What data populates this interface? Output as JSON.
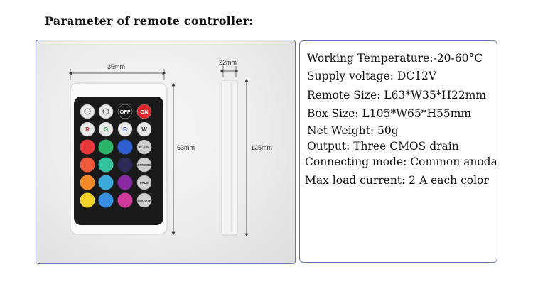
{
  "heading": "Parameter of  remote controller:",
  "dimensions": {
    "width": "35mm",
    "height": "63mm",
    "depth": "22mm",
    "length": "125mm"
  },
  "remote": {
    "top_row": [
      {
        "label": "",
        "icon": "brightness-up-icon",
        "color": "#e8e8e8"
      },
      {
        "label": "",
        "icon": "brightness-down-icon",
        "color": "#e8e8e8"
      },
      {
        "label": "OFF",
        "icon": "",
        "color": "#1a1a1a"
      },
      {
        "label": "ON",
        "icon": "",
        "color": "#e0242b"
      }
    ],
    "channel_row": [
      {
        "label": "R",
        "color": "#e8e8e8",
        "text_color": "#d9252a"
      },
      {
        "label": "G",
        "color": "#e8e8e8",
        "text_color": "#22a34a"
      },
      {
        "label": "B",
        "color": "#e8e8e8",
        "text_color": "#2546c8"
      },
      {
        "label": "W",
        "color": "#e8e8e8",
        "text_color": "#222222"
      }
    ],
    "color_rows": [
      [
        "#e8383b",
        "#2cb36a",
        "#2f5fd0"
      ],
      [
        "#ef5a3a",
        "#35c0a0",
        "#2b2b55"
      ],
      [
        "#f08a2a",
        "#3aa8d8",
        "#8a2aa0"
      ],
      [
        "#f4d32a",
        "#3a90e0",
        "#d03a9a"
      ]
    ],
    "mode_buttons": [
      "FLASH",
      "STROBE",
      "FADE",
      "SMOOTH"
    ]
  },
  "specs": [
    "Working Temperature:-20-60°C",
    "Supply voltage: DC12V",
    "Remote Size: L63*W35*H22mm",
    "Box Size: L105*W65*H55mm",
    "Net Weight: 50g",
    "Output: Three CMOS drain",
    "Connecting mode: Common anoda",
    "Max load current: 2 A each color"
  ]
}
